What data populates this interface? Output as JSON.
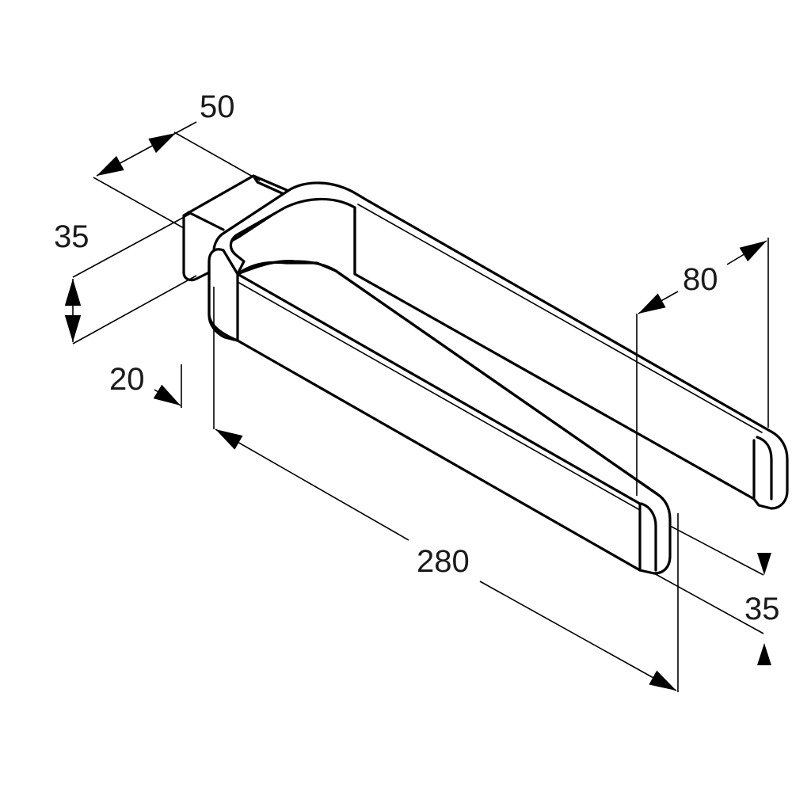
{
  "dimensions": {
    "depth_top": "50",
    "height_left": "35",
    "thickness": "20",
    "length": "280",
    "spacing": "80",
    "height_right": "35"
  },
  "colors": {
    "line": "#000000",
    "background": "#ffffff"
  }
}
